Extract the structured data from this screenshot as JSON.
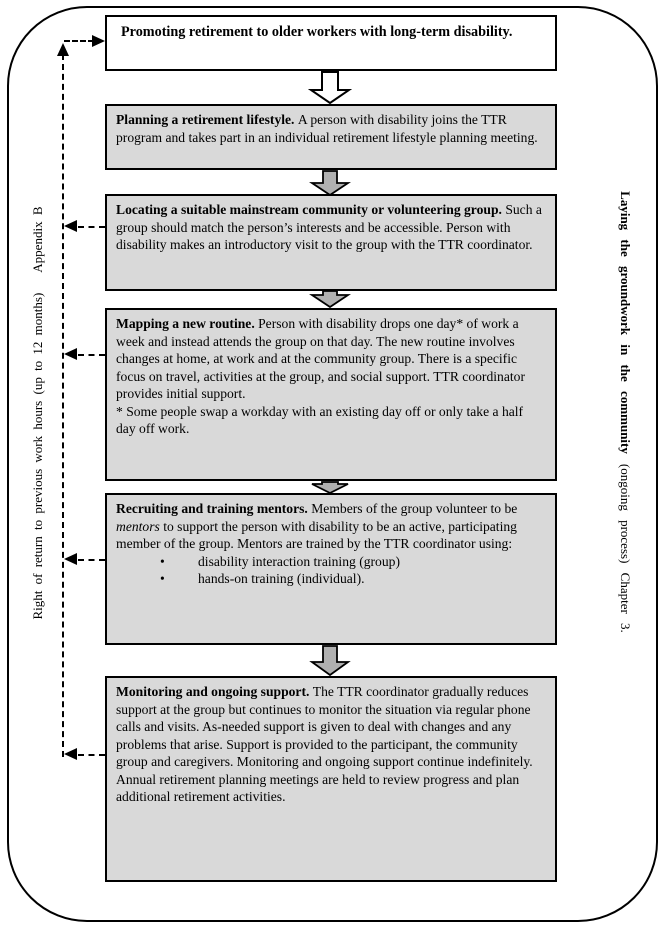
{
  "colors": {
    "box_fill": "#d9d9d9",
    "box_border": "#000000",
    "frame_border": "#000000",
    "arrow_fill": "#b0b0b0",
    "arrow_fill_first": "#ffffff",
    "dash_line": "#000000"
  },
  "icons": {
    "bullet_glyph": "•"
  },
  "flow": {
    "steps": [
      {
        "title": "Promoting retirement to older workers with long-term disability.",
        "body": ""
      },
      {
        "title": "Planning a retirement lifestyle.",
        "body": "A person with disability joins the TTR program and takes part in an individual retirement lifestyle planning meeting."
      },
      {
        "title": "Locating a suitable mainstream community or volunteering group.",
        "body": "Such a group should match the person’s interests and be accessible. Person with disability makes an introductory visit to the group with the TTR coordinator."
      },
      {
        "title": "Mapping a new routine.",
        "body": "Person with disability drops one day* of work a week and instead attends the group on that day. The new routine involves changes at home, at work and at the community group. There is a specific focus on travel, activities at the group, and social support. TTR coordinator provides initial support.",
        "footnote": "* Some people swap a workday with an existing day off or only take a half day off work."
      },
      {
        "title": "Recruiting and training mentors.",
        "body_prefix": "Members of the group volunteer to be ",
        "body_italic": "mentors",
        "body_suffix": " to support the person with disability to be an active, participating member of the group. Mentors are trained by the TTR coordinator using:",
        "bullets": [
          "disability interaction training (group)",
          "hands-on training (individual)."
        ]
      },
      {
        "title": "Monitoring and ongoing support.",
        "body": "The TTR coordinator gradually reduces support at the group but continues to monitor the situation via regular phone calls and visits. As-needed support is given to deal with changes and any problems that arise. Support is provided to the participant, the community group and caregivers. Monitoring and ongoing support continue indefinitely. Annual retirement planning meetings are held to review progress and plan additional retirement activities."
      }
    ]
  },
  "sidebars": {
    "left": {
      "text": "Right of return to previous work hours (up to 12 months)",
      "reference": "Appendix B"
    },
    "right": {
      "text_bold": "Laying the groundwork in the community",
      "text_rest": "(ongoing process) Chapter 3."
    }
  }
}
